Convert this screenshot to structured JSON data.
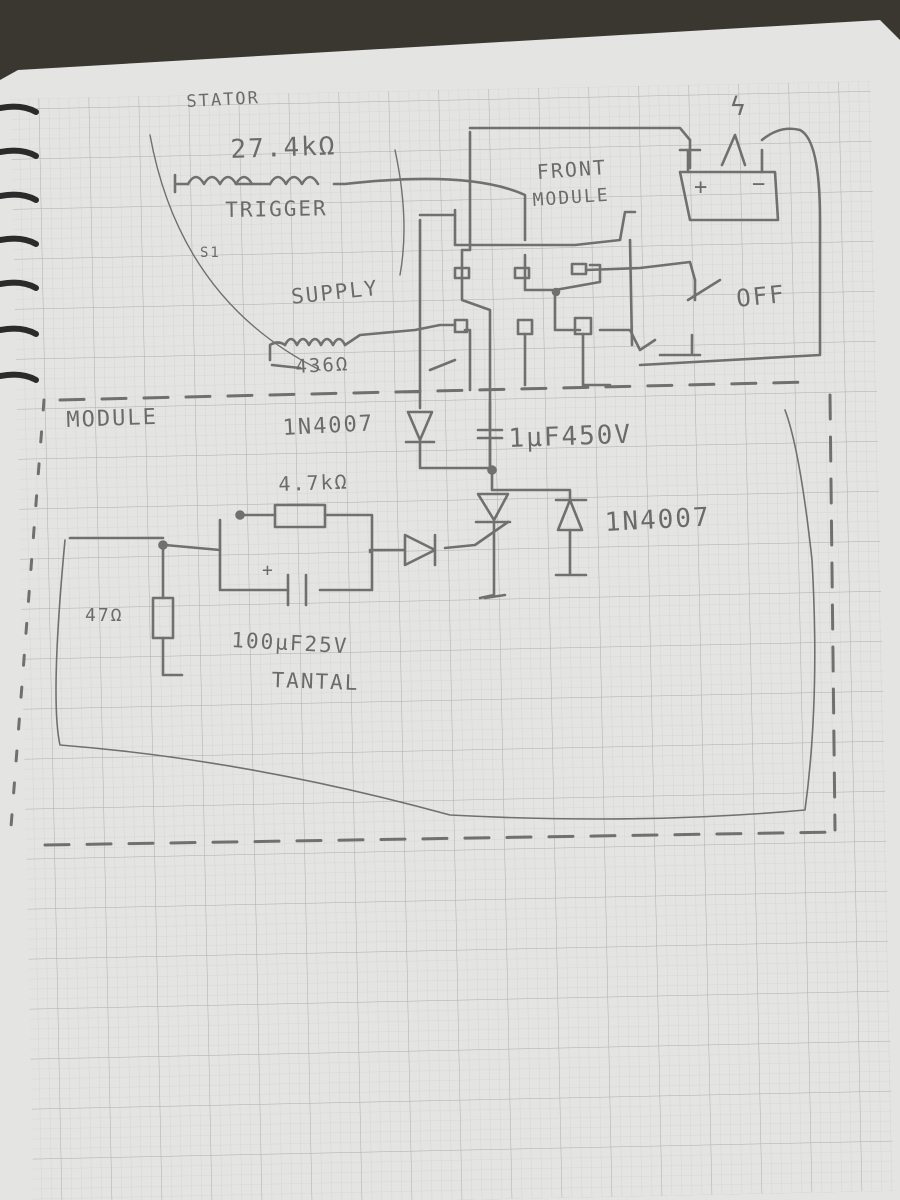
{
  "colors": {
    "paper": "#e4e4e2",
    "grid_fine": "#c9cdd0",
    "grid_major": "#a9aeb2",
    "pencil": "#6f6f6f",
    "background": "#3a3630"
  },
  "labels": {
    "stator": "STATOR",
    "trigger_value": "27.4kΩ",
    "trigger": "TRIGGER",
    "s_mark": "S1",
    "front_module_1": "FRONT",
    "front_module_2": "MODULE",
    "supply": "SUPPLY",
    "supply_value": "436Ω",
    "off": "OFF",
    "module": "MODULE",
    "diode_top": "1N4007",
    "capacitor": "1µF450V",
    "diode_right": "1N4007",
    "resistor_mid": "4.7kΩ",
    "resistor_left": "47Ω",
    "tantal_value": "100µF25V",
    "tantal": "TANTAL",
    "battery_plus": "+",
    "battery_minus": "−",
    "cap_plus": "+"
  },
  "icons": {
    "lightning": "lightning-icon"
  }
}
